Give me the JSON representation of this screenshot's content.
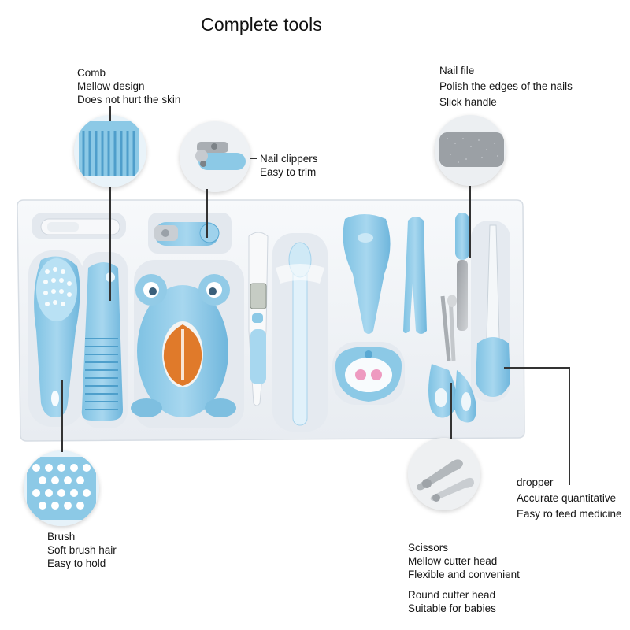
{
  "title": "Complete tools",
  "callouts": {
    "comb": [
      "Comb",
      "Mellow design",
      "Does not hurt the skin"
    ],
    "nail_clippers": [
      "Nail clippers",
      "Easy to trim"
    ],
    "nail_file": [
      "Nail file",
      "Polish the edges of the nails",
      "Slick handle"
    ],
    "brush": [
      "Brush",
      "Soft brush hair",
      "Easy to hold"
    ],
    "dropper": [
      "dropper",
      "Accurate quantitative",
      "Easy ro feed medicine"
    ],
    "scissors": [
      "Scissors",
      "Mellow cutter head",
      "Flexible and convenient"
    ],
    "round_head": [
      "Round cutter head",
      "Suitable for babies"
    ]
  },
  "colors": {
    "product_blue": "#8cc9e6",
    "product_blue_dark": "#5aa9d3",
    "tray": "#eef1f5",
    "text": "#151515"
  }
}
